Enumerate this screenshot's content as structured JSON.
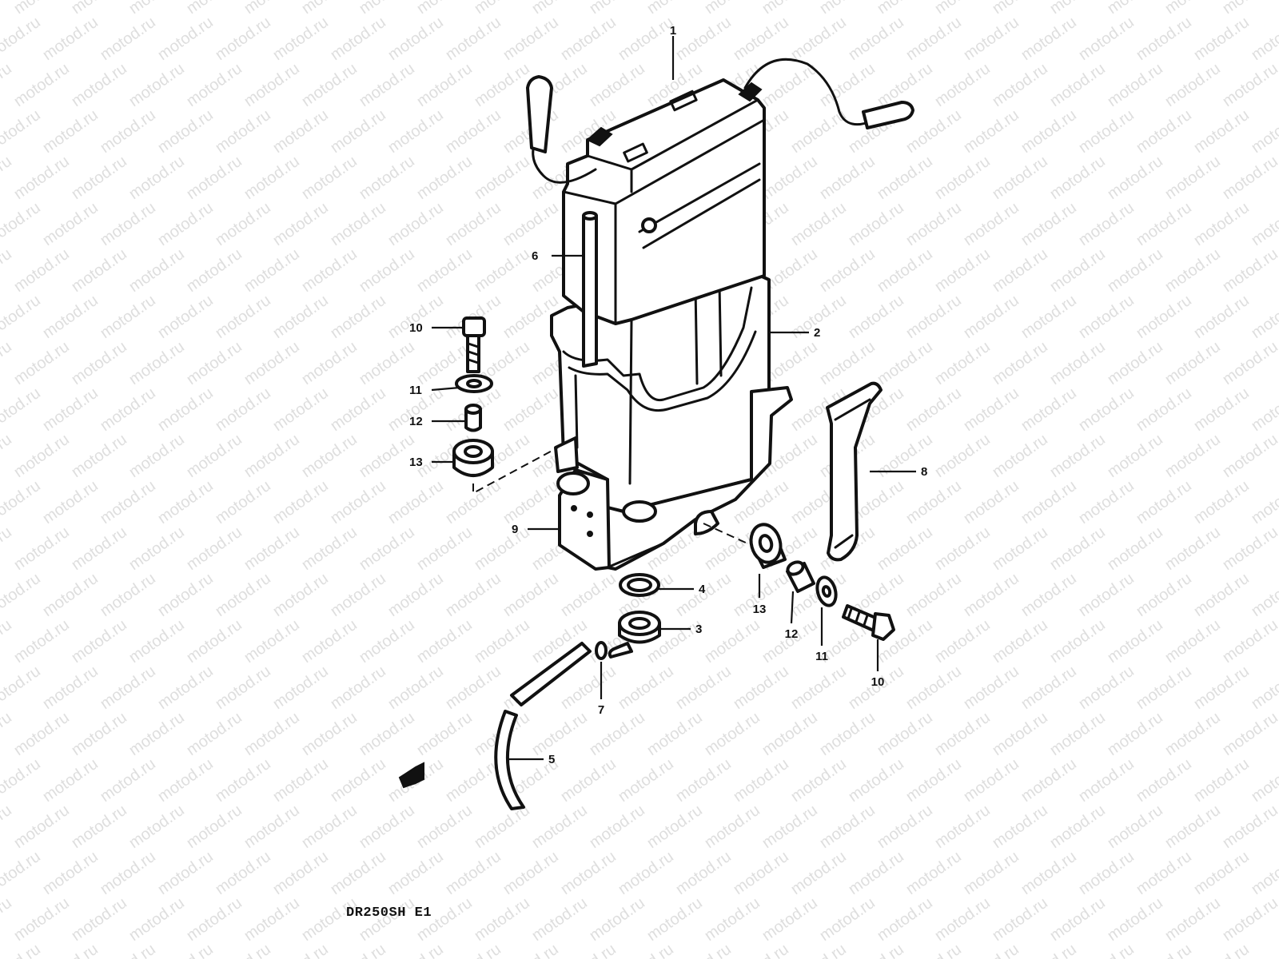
{
  "watermark": "motod.ru",
  "model_code": "DR250SH E1",
  "callouts": [
    {
      "id": "c1",
      "text": "1"
    },
    {
      "id": "c2",
      "text": "2"
    },
    {
      "id": "c3",
      "text": "3"
    },
    {
      "id": "c4",
      "text": "4"
    },
    {
      "id": "c5",
      "text": "5"
    },
    {
      "id": "c6",
      "text": "6"
    },
    {
      "id": "c7",
      "text": "7"
    },
    {
      "id": "c8",
      "text": "8"
    },
    {
      "id": "c9",
      "text": "9"
    },
    {
      "id": "c10a",
      "text": "10"
    },
    {
      "id": "c11a",
      "text": "11"
    },
    {
      "id": "c12a",
      "text": "12"
    },
    {
      "id": "c13a",
      "text": "13"
    },
    {
      "id": "c13b",
      "text": "13"
    },
    {
      "id": "c12b",
      "text": "12"
    },
    {
      "id": "c11b",
      "text": "11"
    },
    {
      "id": "c10b",
      "text": "10"
    }
  ]
}
